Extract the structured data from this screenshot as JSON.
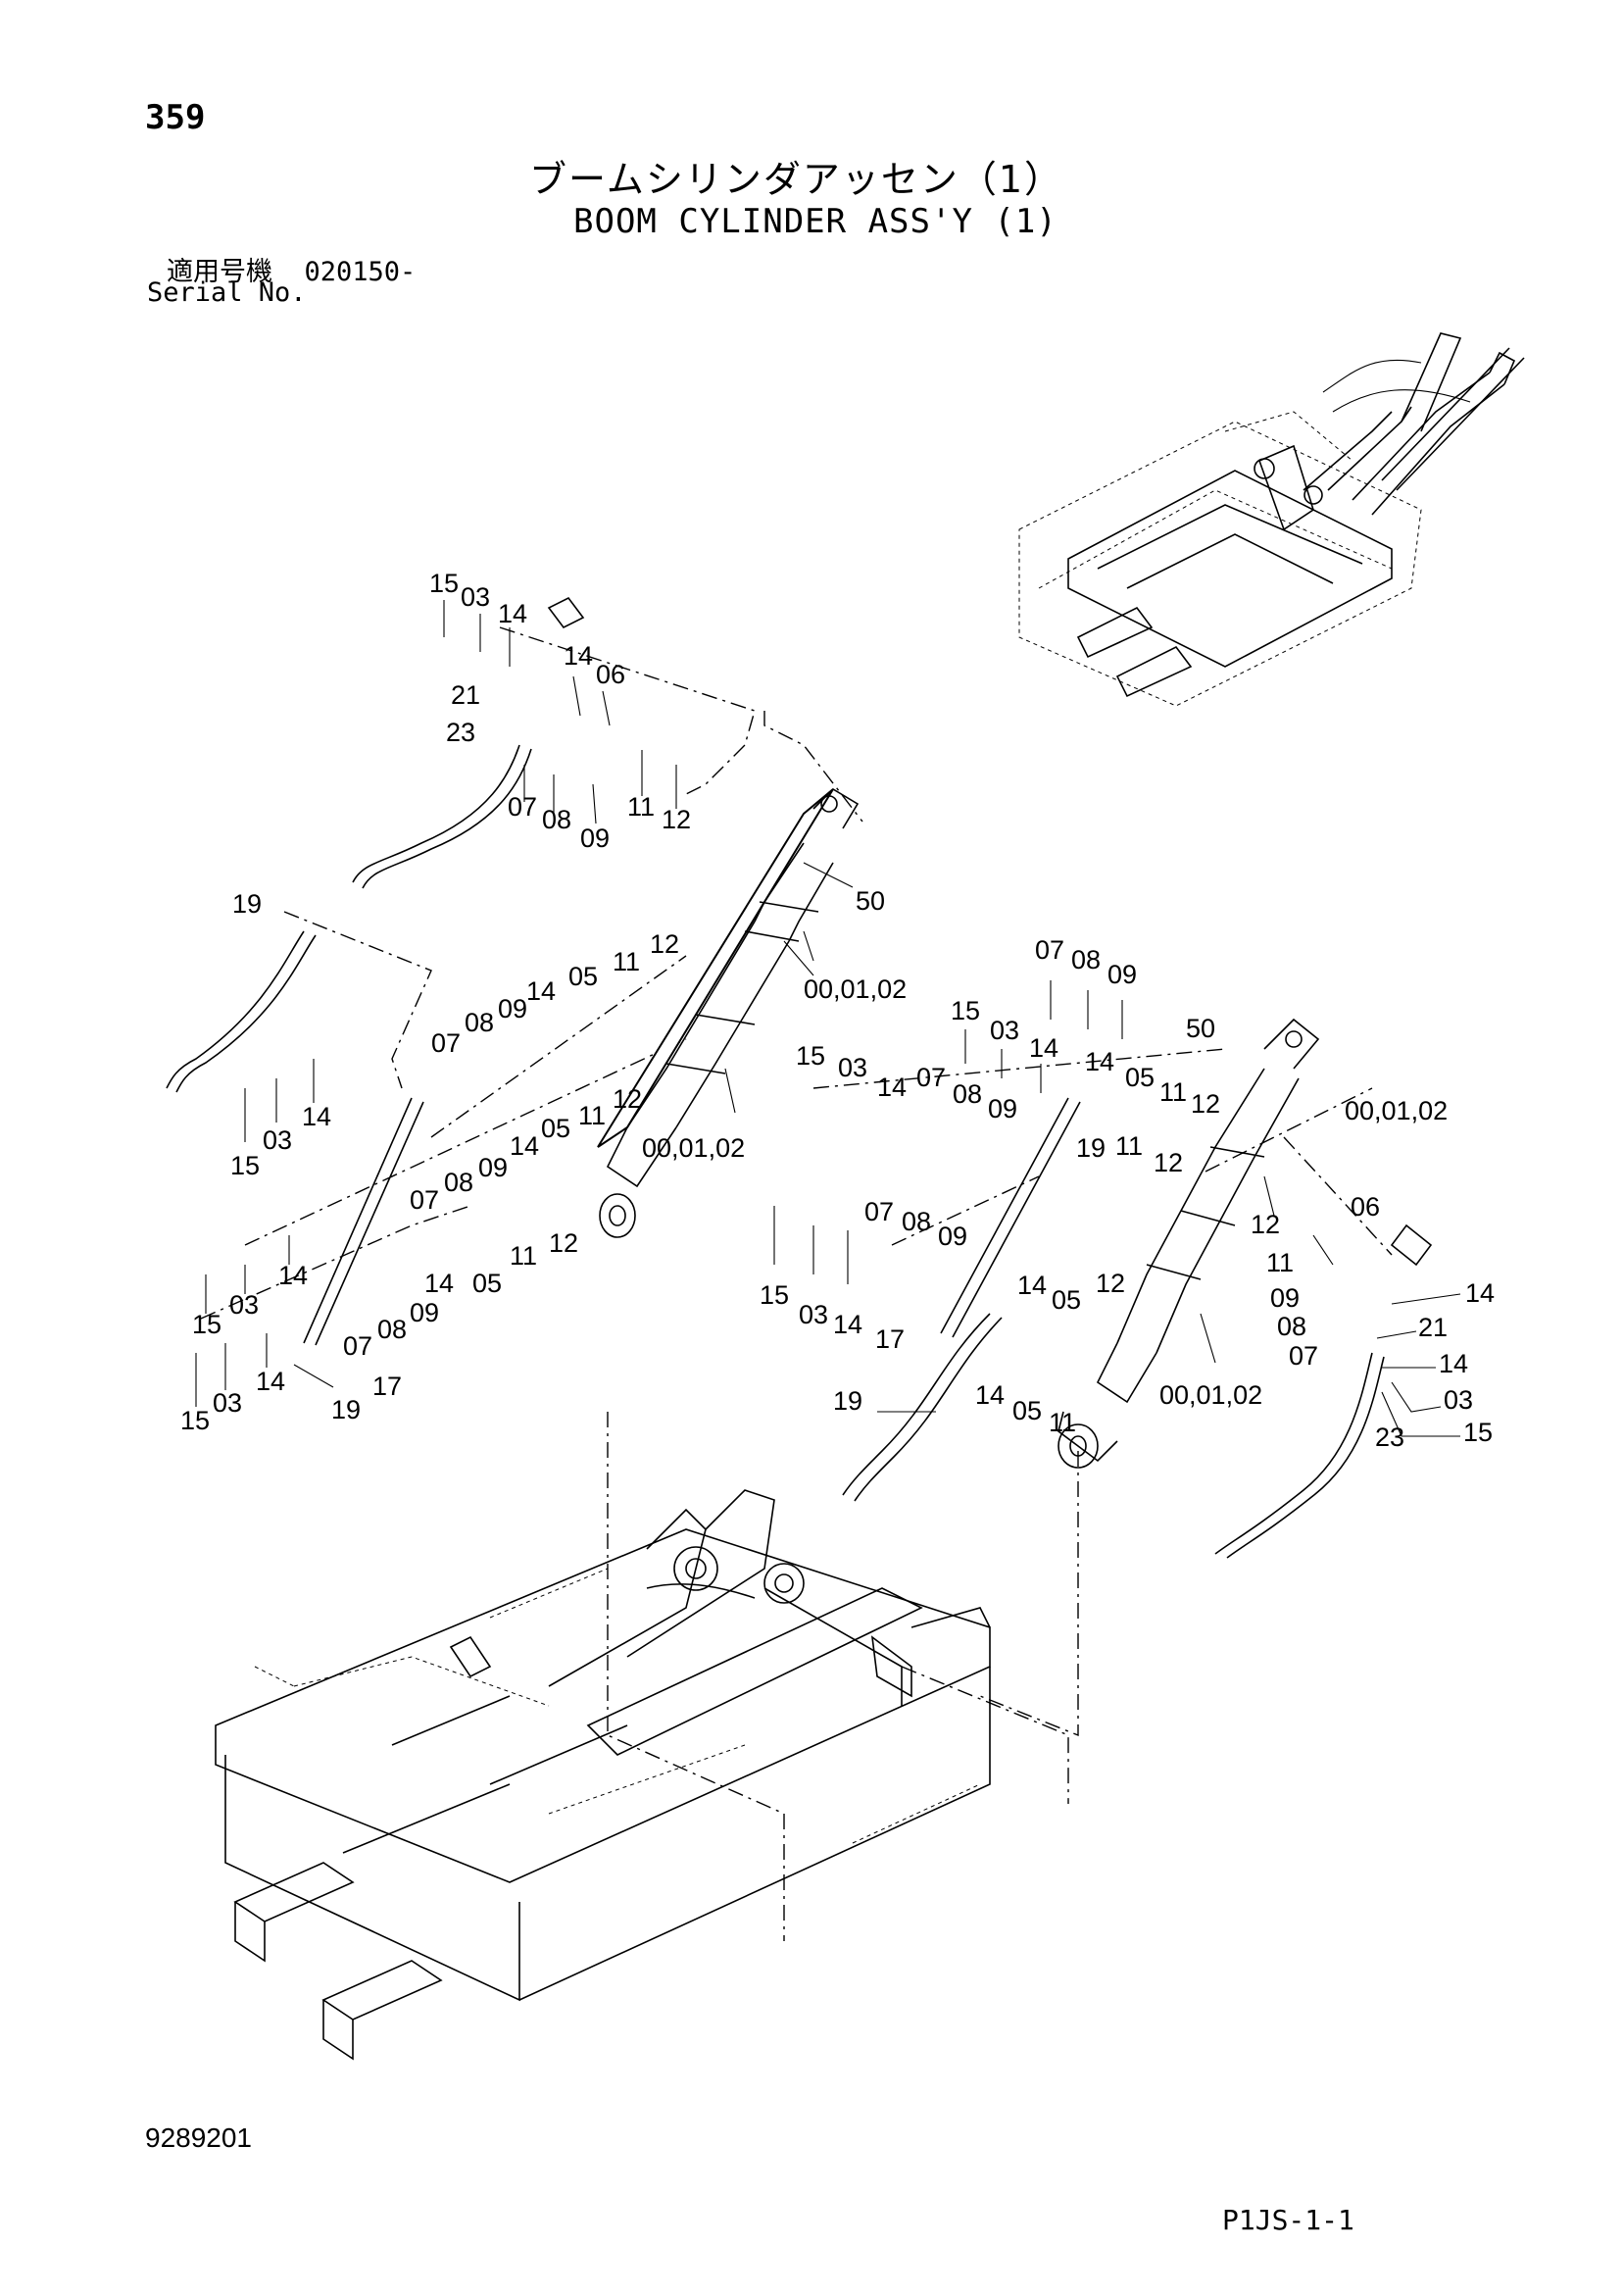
{
  "header": {
    "page_number": "359",
    "title_jp": "ブームシリンダアッセン（1）",
    "title_en": "BOOM CYLINDER ASS'Y (1)",
    "serial_label_jp": "適用号機",
    "serial_value": "020150-",
    "serial_label_en": "Serial No."
  },
  "footer": {
    "drawing_id": "9289201",
    "sheet_code": "P1JS-1-1"
  },
  "callouts": {
    "ul_15": "15",
    "ul_03": "03",
    "ul_14": "14",
    "ul_14b": "14",
    "ul_06": "06",
    "ul_21": "21",
    "ul_23": "23",
    "ul_07": "07",
    "ul_08": "08",
    "ul_09": "09",
    "ul_11": "11",
    "ul_12": "12",
    "lc_50": "50",
    "lc_00": "00,01,02",
    "l_19": "19",
    "lr1_05": "05",
    "lr1_11": "11",
    "lr1_12": "12",
    "lr1_14": "14",
    "lr1_09": "09",
    "lr1_08": "08",
    "lr1_07": "07",
    "lr2_14": "14",
    "lr2_05": "05",
    "lr2_11": "11",
    "lr2_12": "12",
    "lr2_09": "09",
    "lr2_08": "08",
    "lr2_07": "07",
    "lc_00b": "00,01,02",
    "l3_15": "15",
    "l3_03": "03",
    "l3_14": "14",
    "l4_15": "15",
    "l4_03": "03",
    "l4_14": "14",
    "l5_14": "14",
    "l5_05": "05",
    "l5_11": "11",
    "l5_12": "12",
    "l6_09": "09",
    "l6_08": "08",
    "l6_07": "07",
    "l7_15": "15",
    "l7_03": "03",
    "l7_14": "14",
    "l7_19": "19",
    "l7_17": "17",
    "r_07": "07",
    "r_08": "08",
    "r_09": "09",
    "r_15": "15",
    "r_03": "03",
    "r_14": "14",
    "r_14b": "14",
    "r_05": "05",
    "r_11": "11",
    "r_12": "12",
    "r_50": "50",
    "r_00": "00,01,02",
    "r2_15": "15",
    "r2_03": "03",
    "r2_14": "14",
    "r2_07": "07",
    "r2_08": "08",
    "r2_09": "09",
    "r2_19": "19",
    "r2_11": "11",
    "r2_12": "12",
    "r3_07": "07",
    "r3_08": "08",
    "r3_09": "09",
    "r4_15": "15",
    "r4_03": "03",
    "r4_14": "14",
    "r4_17": "17",
    "r4_14b": "14",
    "r4_05": "05",
    "r4_12": "12",
    "r4_19": "19",
    "r4_14c": "14",
    "r4_05b": "05",
    "r4_11": "11",
    "r_00b": "00,01,02",
    "rr_12": "12",
    "rr_06": "06",
    "rr_11": "11",
    "rr_09": "09",
    "rr_14": "14",
    "rr_08": "08",
    "rr_21": "21",
    "rr_07": "07",
    "rr_14b": "14",
    "rr_03": "03",
    "rr_23": "23",
    "rr_15": "15"
  }
}
